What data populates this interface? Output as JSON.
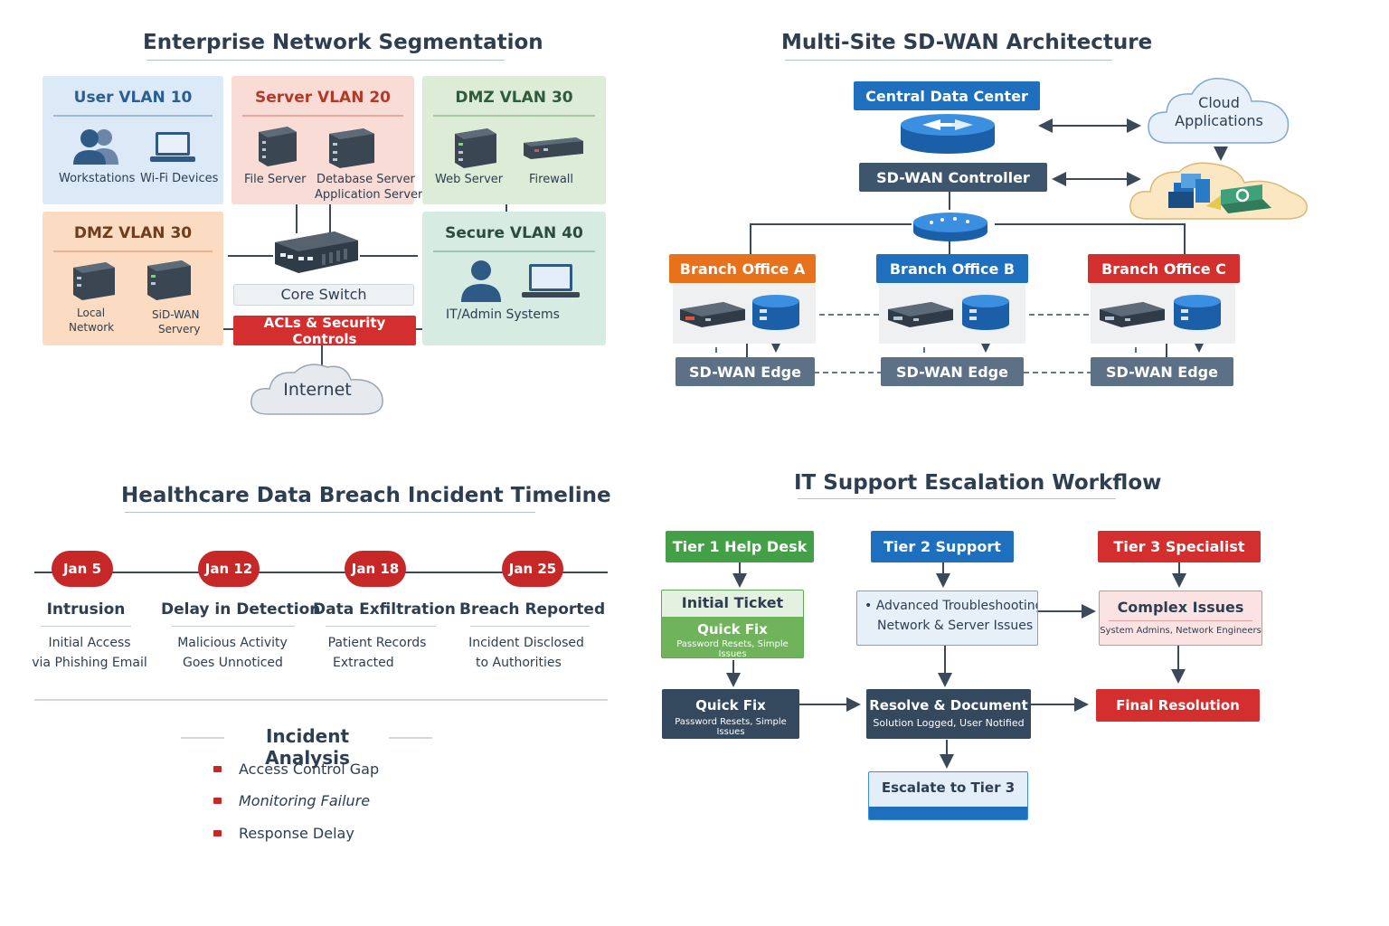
{
  "segmentation": {
    "title": "Enterprise Network Segmentation",
    "user_vlan": {
      "name": "User VLAN 10",
      "items": [
        "Workstations",
        "Wi-Fi Devices"
      ]
    },
    "server_vlan": {
      "name": "Server VLAN 20",
      "items": [
        "File Server",
        "Detabase Server",
        "Application Server"
      ]
    },
    "dmz_top": {
      "name": "DMZ VLAN 30",
      "items": [
        "Web Server",
        "Firewall"
      ]
    },
    "dmz_left": {
      "name": "DMZ VLAN 30",
      "items": [
        "Local",
        "Network",
        "SiD-WAN",
        "Servery"
      ]
    },
    "secure_vlan": {
      "name": "Secure VLAN 40",
      "items": [
        "IT/Admin Systems"
      ]
    },
    "core_switch": "Core Switch",
    "acl": "ACLs & Security Controls",
    "internet": "Internet"
  },
  "sdwan": {
    "title": "Multi-Site SD-WAN Architecture",
    "datacenter": "Central Data Center",
    "controller": "SD-WAN Controller",
    "cloud": [
      "Cloud",
      "Applications"
    ],
    "branches": [
      "Branch Office A",
      "Branch Office B",
      "Branch Office C"
    ],
    "edge": "SD-WAN Edge"
  },
  "timeline": {
    "title": "Healthcare Data Breach Incident Timeline",
    "events": [
      {
        "date": "Jan 5",
        "title": "Intrusion",
        "desc": [
          "Initial Access",
          "via Phishing Email"
        ]
      },
      {
        "date": "Jan 12",
        "title": "Delay in Detection",
        "desc": [
          "Malicious Activity",
          "Goes Unnoticed"
        ]
      },
      {
        "date": "Jan 18",
        "title": "Data Exfiltration",
        "desc": [
          "Patient Records",
          "Extracted"
        ]
      },
      {
        "date": "Jan 25",
        "title": "Breach Reported",
        "desc": [
          "Incident Disclosed",
          "to Authorities"
        ]
      }
    ],
    "analysis_title": "Incident Analysis",
    "analysis": [
      "Access Control Gap",
      "Monitoring Failure",
      "Response Delay"
    ]
  },
  "escalation": {
    "title": "IT Support Escalation Workflow",
    "tier1": "Tier 1 Help Desk",
    "tier2": "Tier 2 Support",
    "tier3": "Tier 3 Specialist",
    "initial_ticket": "Initial Ticket",
    "quick_fix": "Quick Fix",
    "quick_fix_sub": "Password Resets, Simple Issues",
    "advanced": "Advanced Troubleshooting",
    "advanced_sub": "Network & Server Issues",
    "complex": "Complex Issues",
    "complex_sub": "System Admins, Network Engineers",
    "quick_fix2": "Quick Fix",
    "quick_fix2_sub": "Password Resets, Simple Issues",
    "resolve": "Resolve & Document",
    "resolve_sub": "Solution Logged, User Notified",
    "final": "Final Resolution",
    "escalate": "Escalate to Tier 3"
  },
  "colors": {
    "blue": "#1f6fbf",
    "slate": "#3d566e",
    "red": "#d32f2f",
    "green": "#43a047",
    "orange": "#e8711c"
  }
}
